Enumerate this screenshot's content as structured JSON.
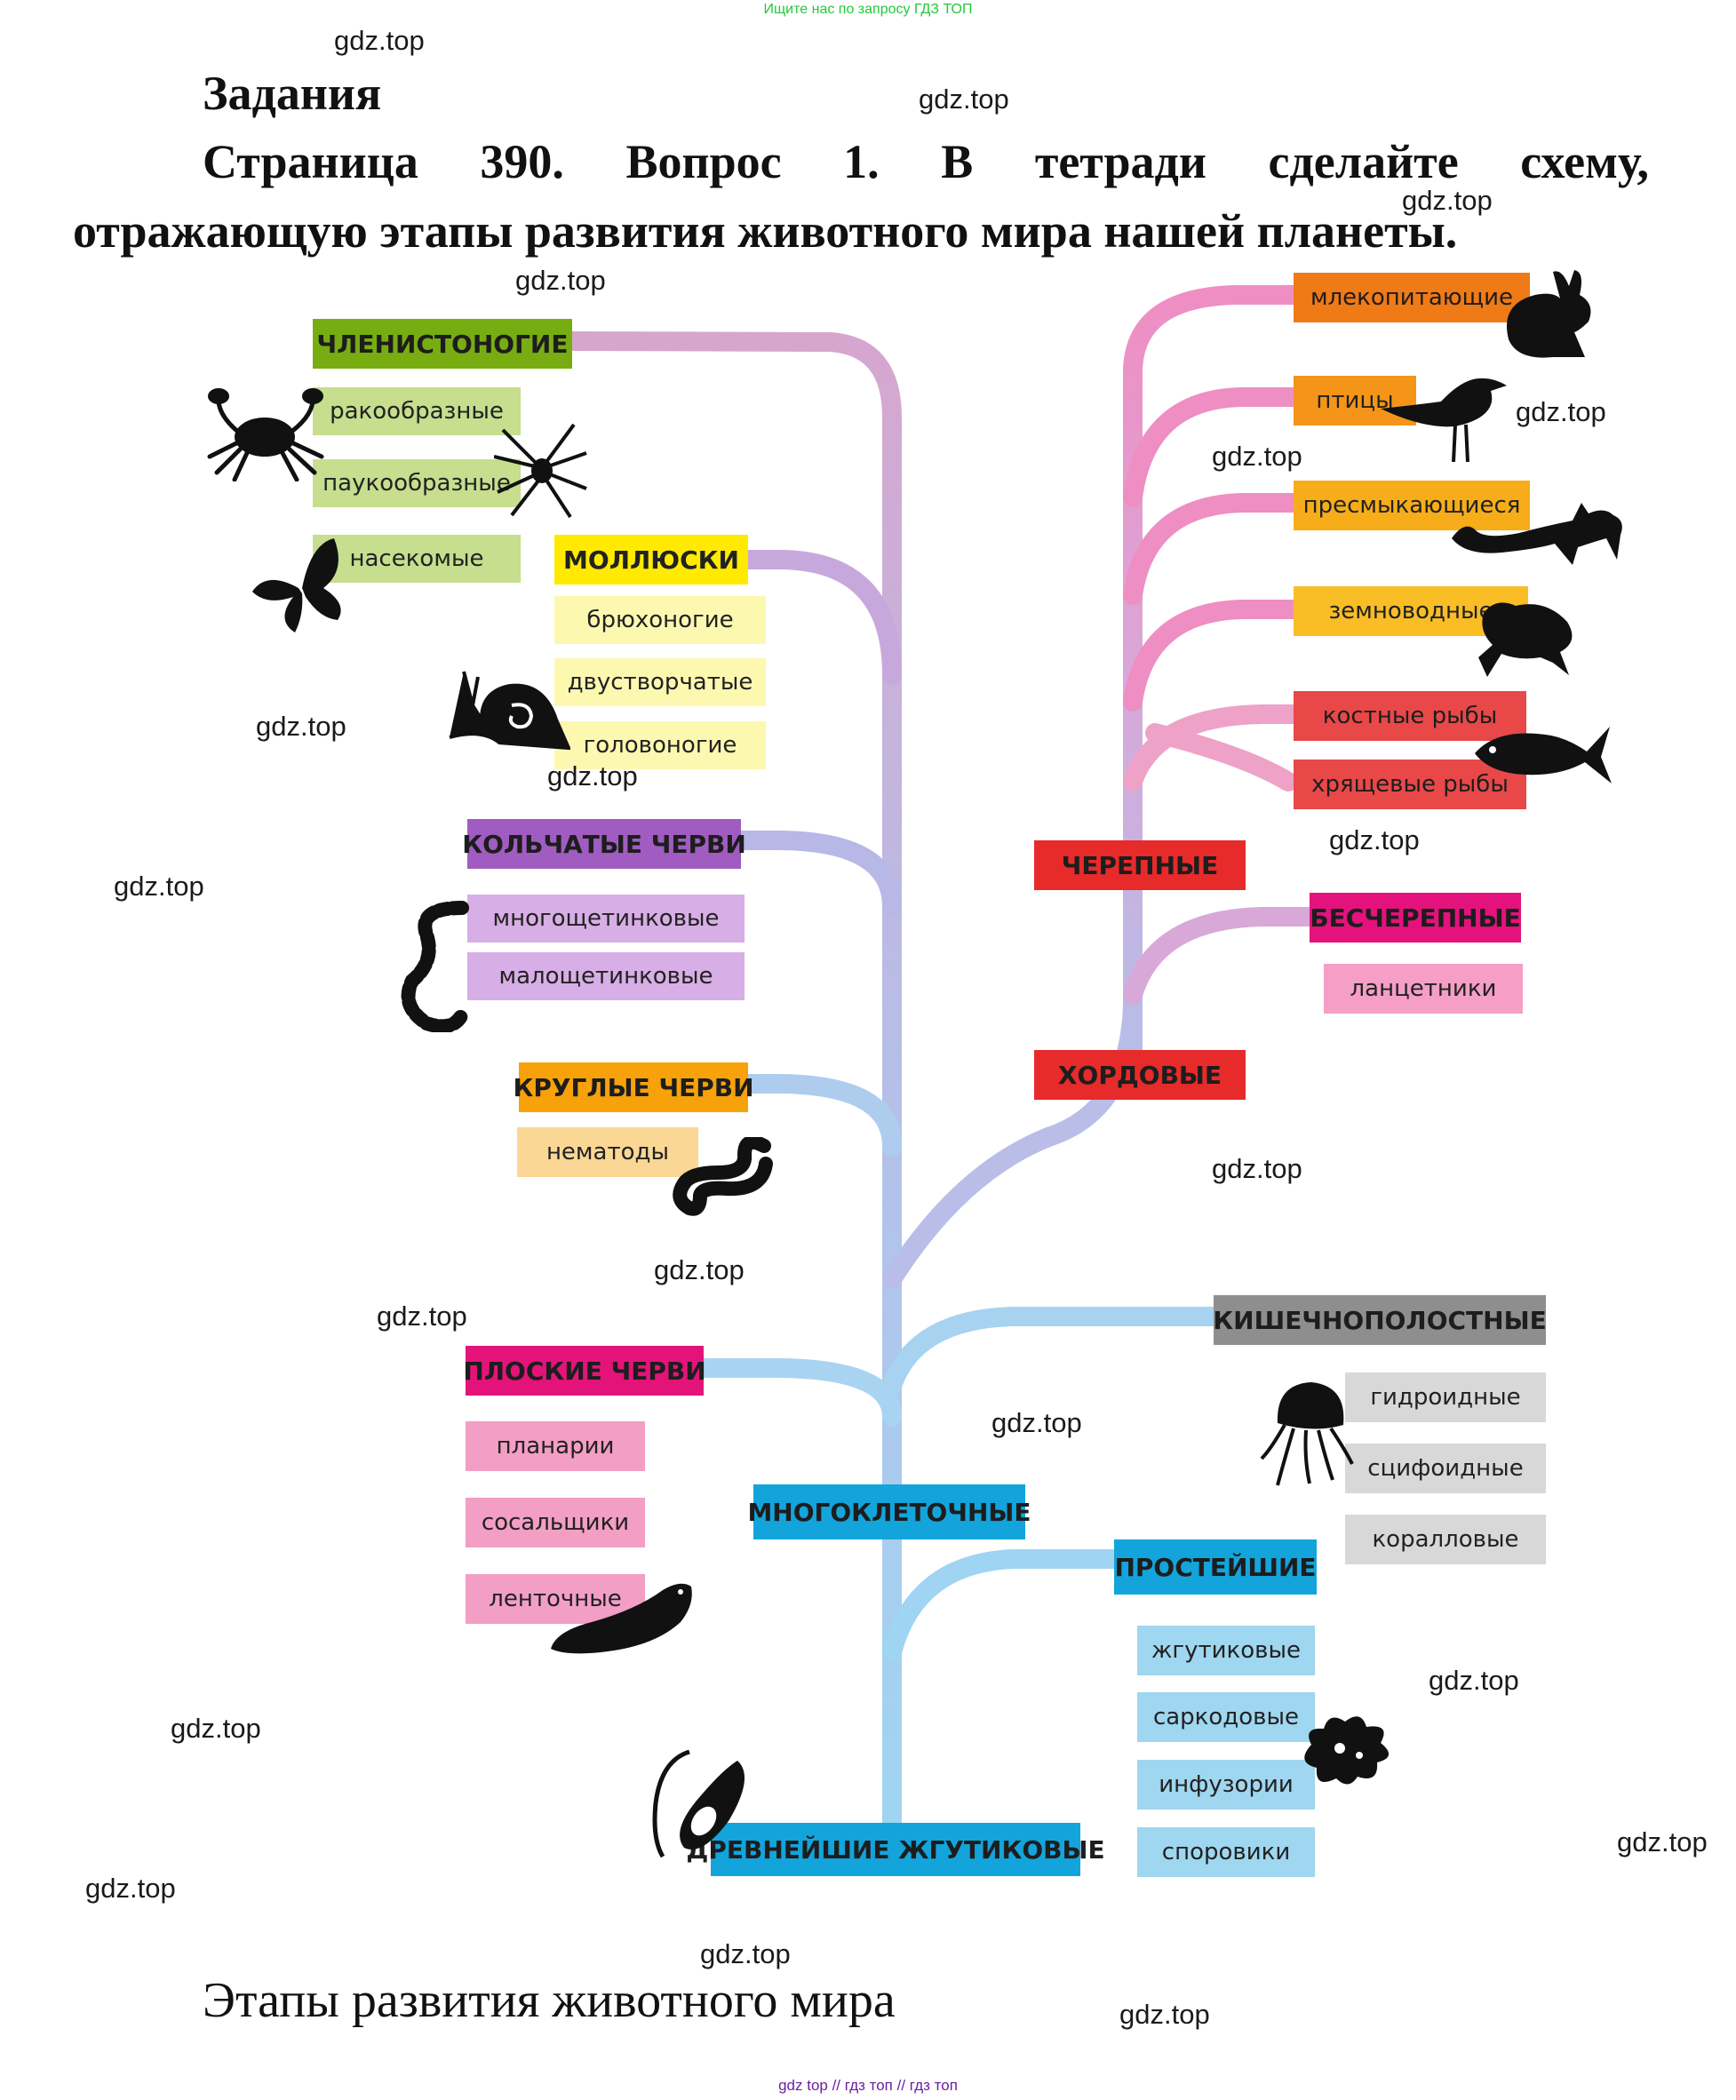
{
  "banner": "Ищите нас по запросу ГДЗ ТОП",
  "heading": {
    "title": "Задания",
    "question_line1": "Страница 390. Вопрос 1. В тетради сделайте схему,",
    "question_line2": "отражающую этапы развития животного мира нашей планеты."
  },
  "caption": "Этапы развития животного мира",
  "footer": "gdz top  //  гдз топ  //  гдз топ",
  "watermark": "gdz.top",
  "tree": {
    "root": "ДРЕВНЕЙШИЕ ЖГУТИКОВЫЕ",
    "multicellular": "МНОГОКЛЕТОЧНЫЕ",
    "protozoa": {
      "name": "ПРОСТЕЙШИЕ",
      "subgroups": [
        "жгутиковые",
        "саркодовые",
        "инфузории",
        "споровики"
      ]
    },
    "coelenterates": {
      "name": "КИШЕЧНОПОЛОСТНЫЕ",
      "subgroups": [
        "гидроидные",
        "сцифоидные",
        "коралловые"
      ]
    },
    "flatworms": {
      "name": "ПЛОСКИЕ ЧЕРВИ",
      "subgroups": [
        "планарии",
        "сосальщики",
        "ленточные"
      ]
    },
    "roundworms": {
      "name": "КРУГЛЫЕ ЧЕРВИ",
      "subgroups": [
        "нематоды"
      ]
    },
    "annelids": {
      "name": "КОЛЬЧАТЫЕ ЧЕРВИ",
      "subgroups": [
        "многощетинковые",
        "малощетинковые"
      ]
    },
    "molluscs": {
      "name": "МОЛЛЮСКИ",
      "subgroups": [
        "брюхоногие",
        "двустворчатые",
        "головоногие"
      ]
    },
    "arthropods": {
      "name": "ЧЛЕНИСТОНОГИЕ",
      "subgroups": [
        "ракообразные",
        "паукообразные",
        "насекомые"
      ]
    },
    "chordates": "ХОРДОВЫЕ",
    "acrania": {
      "name": "БЕСЧЕРЕПНЫЕ",
      "subgroups": [
        "ланцетники"
      ]
    },
    "craniates": {
      "name": "ЧЕРЕПНЫЕ",
      "subgroups": [
        "хрящевые рыбы",
        "костные рыбы",
        "земноводные",
        "пресмыкающиеся",
        "птицы",
        "млекопитающие"
      ]
    }
  },
  "colors": {
    "arthropods": "#78ad12",
    "arthropods_sub": "#c6de8e",
    "molluscs": "#ffea00",
    "molluscs_sub": "#fdf8b0",
    "annelids": "#a05cc0",
    "annelids_sub": "#d8aee6",
    "roundworms": "#f7a20b",
    "roundworms_sub": "#fbd795",
    "flatworms": "#e4137a",
    "flatworms_sub": "#f29ec5",
    "coelenterates": "#8e8e8e",
    "coelenterates_sub": "#d8d8d8",
    "protozoa": "#13a4db",
    "protozoa_sub": "#9fd6f0",
    "mammals": "#f07a16",
    "birds": "#f4951a",
    "reptiles": "#f7ad1a",
    "amphibians": "#f9bd25",
    "fish": "#e84848",
    "craniates": "#e72a2a",
    "chordates": "#e72a2a",
    "acrania": "#e3127c",
    "acrania_sub": "#f59ec6",
    "trunk": "#9fd4f2"
  },
  "icons": [
    "crab-icon",
    "spider-icon",
    "butterfly-icon",
    "snail-icon",
    "worm-icon",
    "nematode-icon",
    "leech-icon",
    "euglena-icon",
    "amoeba-icon",
    "jellyfish-icon",
    "fish-icon",
    "frog-icon",
    "lizard-icon",
    "bird-icon",
    "rabbit-icon"
  ]
}
